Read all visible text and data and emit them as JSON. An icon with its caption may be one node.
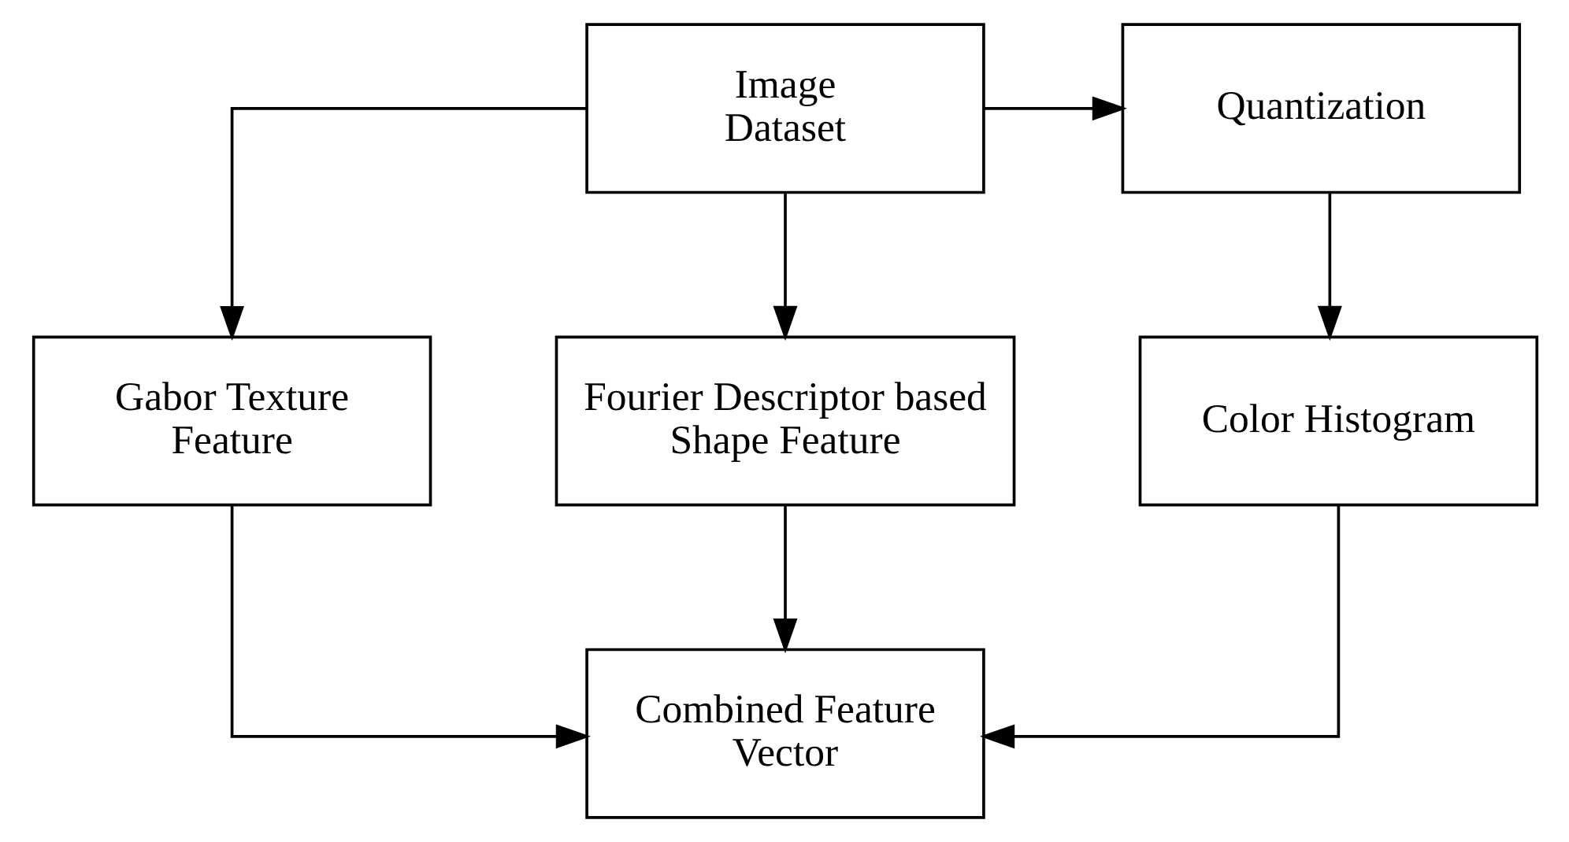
{
  "diagram": {
    "nodes": [
      {
        "text": [
          "Image Dataset"
        ]
      },
      {
        "text": [
          "Quantization"
        ]
      },
      {
        "text": [
          "Color Histogram"
        ]
      },
      {
        "text": [
          "Gabor Texture Feature"
        ]
      },
      {
        "text": [
          "Fourier Descriptor based Shape Feature"
        ]
      },
      {
        "text": [
          "Combined Feature Vector"
        ]
      }
    ],
    "edges": [
      {
        "from": 0,
        "to": 1,
        "arrow": "to"
      },
      {
        "from": 1,
        "to": 2,
        "arrow": "to"
      },
      {
        "from": 0,
        "to": 3,
        "arrow": "to"
      },
      {
        "from": 0,
        "to": 4,
        "arrow": "to"
      },
      {
        "from": 2,
        "to": 5,
        "arrow": "to"
      },
      {
        "from": 3,
        "to": 5,
        "arrow": "to"
      },
      {
        "from": 4,
        "to": 5,
        "arrow": "to"
      }
    ]
  }
}
